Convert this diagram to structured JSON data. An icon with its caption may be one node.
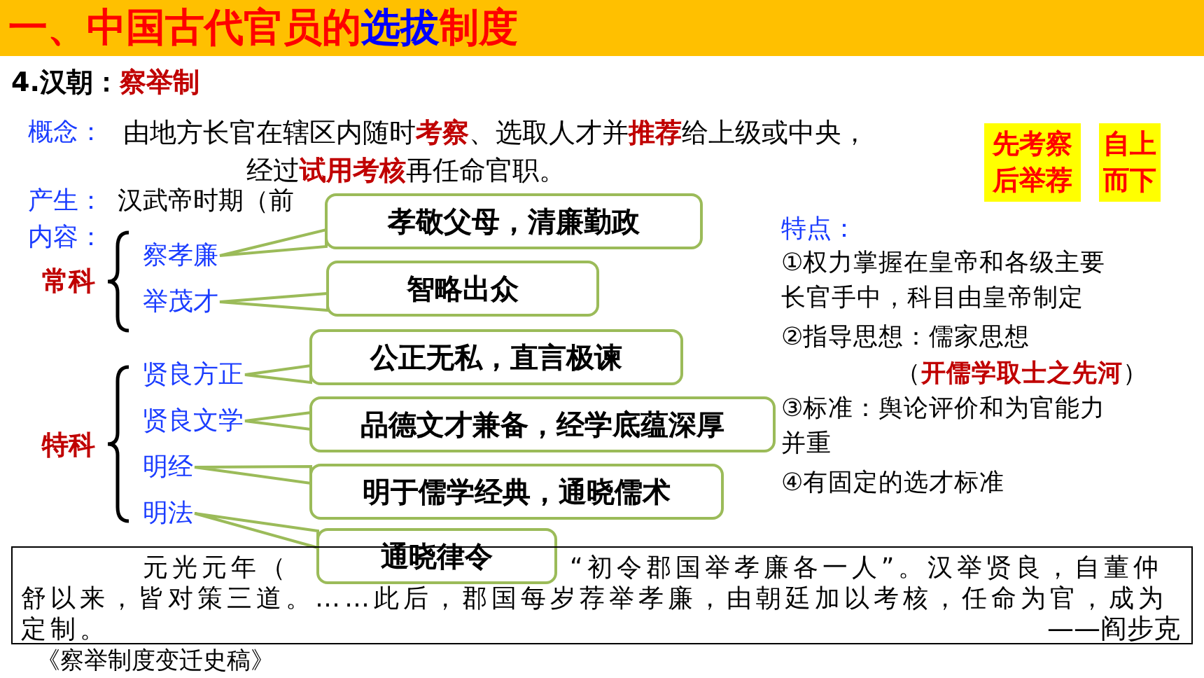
{
  "diagram": {
    "title": "一、中国古代官员的**选拔**制度",
    "nodes": [
      {
        "text": [
          "察孝廉"
        ]
      },
      {
        "text": [
          "孝敬父母，清廉勤政"
        ]
      },
      {
        "text": [
          "举茂才"
        ]
      },
      {
        "text": [
          "智略出众"
        ]
      },
      {
        "text": [
          "贤良方正"
        ]
      },
      {
        "text": [
          "公正无私，直言极谏"
        ]
      },
      {
        "text": [
          "贤良文学"
        ]
      },
      {
        "text": [
          "品德文才兼备，经学底蕴深厚"
        ]
      },
      {
        "text": [
          "明经"
        ]
      },
      {
        "text": [
          "明于儒学经典，通晓儒术"
        ]
      },
      {
        "text": [
          "明法"
        ]
      },
      {
        "text": [
          "通晓律令"
        ]
      },
      {
        "text": [
          "先考察后举荐"
        ]
      },
      {
        "text": [
          "自上而下"
        ]
      },
      {
        "text": [
          "元光元年（",
          "“初令郡国举孝廉各一人”。汉举贤良，自董仲舒以来，皆对策三道。……此后，郡国每岁荐举孝廉，由朝廷加以考核，任命为官，成为定制。",
          "——阎步克"
        ],
        "beside": [
          "《察举制度变迁史稿》"
        ]
      }
    ],
    "edges": [
      {
        "from": 1,
        "to": 0,
        "arrow": "none"
      },
      {
        "from": 3,
        "to": 2,
        "arrow": "none"
      },
      {
        "from": 5,
        "to": 4,
        "arrow": "none"
      },
      {
        "from": 7,
        "to": 6,
        "arrow": "none"
      },
      {
        "from": 9,
        "to": 8,
        "arrow": "none"
      },
      {
        "from": 11,
        "to": 10,
        "arrow": "none"
      }
    ],
    "labels": [
      "4.汉朝：**察举制**",
      "概念：",
      "由地方长官在辖区内随时**考察**、选取人才并**推荐**给上级或中央，经过**试用考核**再任命官职。",
      "产生：",
      "汉武帝时期（前",
      "内容：",
      "常科",
      "特点：",
      "①权力掌握在皇帝和各级主要长官手中，科目由皇帝制定",
      "②指导思想：儒家思想",
      "（**开儒学取士之先河**）",
      "③标准：舆论评价和为官能力并重",
      "④有固定的选才标准",
      "特科"
    ]
  }
}
